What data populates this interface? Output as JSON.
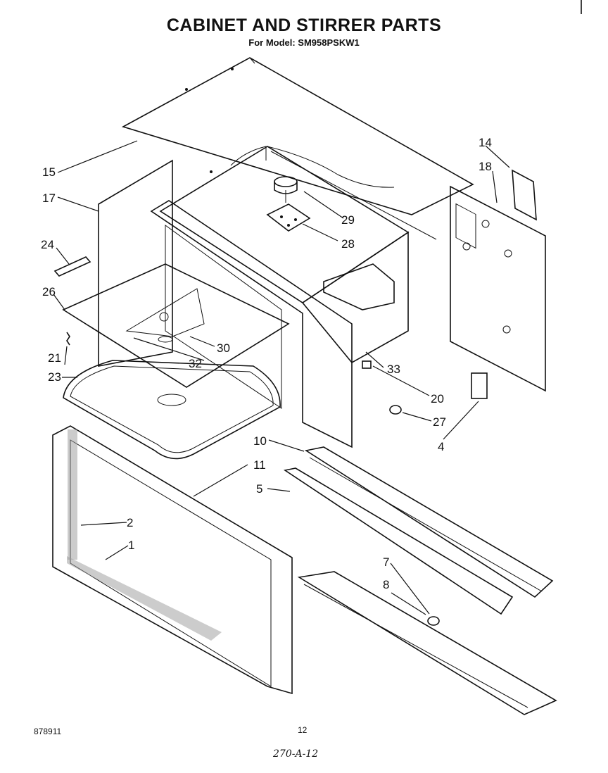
{
  "header": {
    "title": "CABINET AND STIRRER PARTS",
    "model_line": "For Model: SM958PSKW1"
  },
  "callouts": {
    "c1": "1",
    "c2": "2",
    "c4": "4",
    "c5": "5",
    "c7": "7",
    "c8": "8",
    "c10": "10",
    "c11": "11",
    "c14": "14",
    "c15": "15",
    "c17": "17",
    "c18": "18",
    "c20": "20",
    "c21": "21",
    "c23": "23",
    "c24": "24",
    "c26": "26",
    "c27": "27",
    "c28": "28",
    "c29": "29",
    "c30": "30",
    "c32": "32",
    "c33": "33"
  },
  "footer": {
    "code": "878911",
    "page": "12",
    "ref": "270-A-12"
  }
}
